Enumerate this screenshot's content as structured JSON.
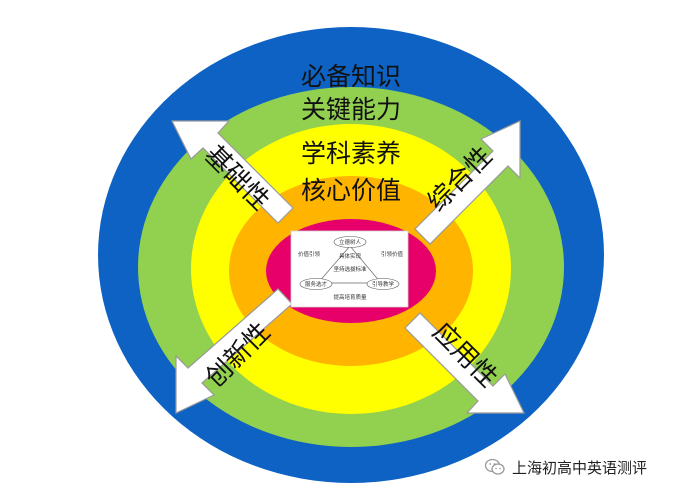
{
  "diagram": {
    "rings": [
      {
        "label": "必备知识",
        "color": "#0d62c4"
      },
      {
        "label": "关键能力",
        "color": "#92d050"
      },
      {
        "label": "学科素养",
        "color": "#ffff00"
      },
      {
        "label": "核心价值",
        "color": "#ffb400"
      }
    ],
    "core_color": "#e8006a",
    "arrows": {
      "top_left": "基础性",
      "top_right": "综合性",
      "bottom_left": "创新性",
      "bottom_right": "应用性"
    },
    "center_card": {
      "top_node": "立德树人",
      "left_node": "服务选才",
      "right_node": "引导教学",
      "left_edge": "价值引领",
      "right_edge": "引领价值",
      "inner_top": "具体实现",
      "inner_bottom": "坚持选拔标准",
      "bottom": "提高培育质量"
    }
  },
  "footer": {
    "text": "上海初高中英语测评"
  }
}
